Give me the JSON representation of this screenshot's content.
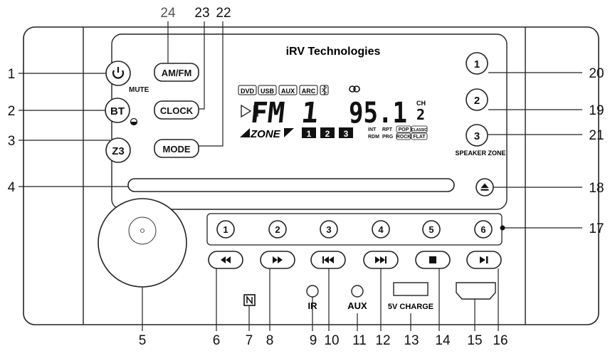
{
  "brand": "iRV Technologies",
  "left_buttons": {
    "power_symbol": "power-icon",
    "mute_label": "MUTE",
    "bt_label": "BT",
    "z3_label": "Z3"
  },
  "mode_buttons": {
    "amfm": "AM/FM",
    "clock": "CLOCK",
    "mode": "MODE"
  },
  "lcd": {
    "sources": [
      "DVD",
      "USB",
      "AUX",
      "ARC"
    ],
    "band": "FM 1",
    "frequency": "95.1",
    "ch_label": "CH",
    "ch_value": "2",
    "zone_label": "ZONE",
    "zones": [
      "1",
      "2",
      "3"
    ],
    "tiny_left": [
      "INT",
      "RDM"
    ],
    "tiny_mid": [
      "RPT",
      "PRG"
    ],
    "eq_top": [
      "POP",
      "CLASSIC"
    ],
    "eq_bottom": [
      "ROCK",
      "FLAT"
    ]
  },
  "speaker_zones": {
    "buttons": [
      "1",
      "2",
      "3"
    ],
    "label": "SPEAKER ZONE"
  },
  "presets": [
    "1",
    "2",
    "3",
    "4",
    "5",
    "6"
  ],
  "transport_icons": [
    "rewind-icon",
    "fast-forward-icon",
    "previous-track-icon",
    "next-track-icon",
    "stop-icon",
    "play-pause-icon"
  ],
  "ports": {
    "ir_label": "IR",
    "aux_label": "AUX",
    "charge_label": "5V CHARGE"
  },
  "callouts": {
    "left": [
      "1",
      "2",
      "3",
      "4"
    ],
    "right": [
      "20",
      "19",
      "21",
      "18",
      "17"
    ],
    "top": [
      "24",
      "23",
      "22"
    ],
    "bottom": [
      "5",
      "6",
      "7",
      "8",
      "9",
      "10",
      "11",
      "12",
      "13",
      "14",
      "15",
      "16"
    ]
  }
}
